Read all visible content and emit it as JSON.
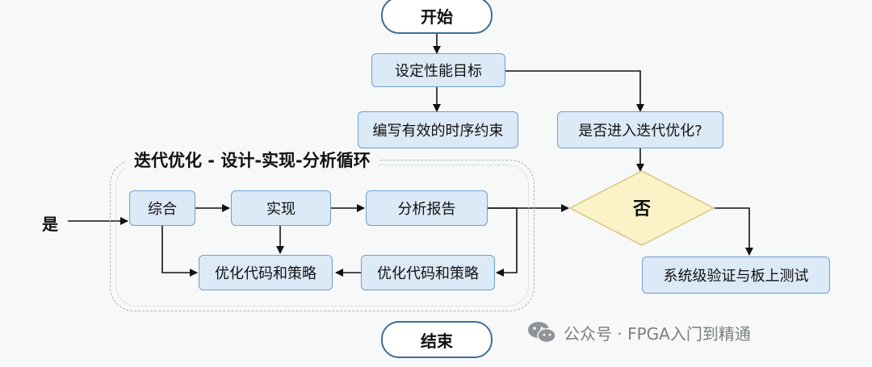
{
  "flowchart": {
    "start": "开始",
    "end": "结束",
    "set_target": "设定性能目标",
    "write_constraints": "编写有效的时序约束",
    "enter_iteration": "是否进入迭代优化?",
    "decision": "否",
    "yes_input": "是",
    "system_verify": "系统级验证与板上测试",
    "loop": {
      "title": "迭代优化 - 设计-实现-分析循环",
      "synthesis": "综合",
      "implementation": "实现",
      "analysis_report": "分析报告",
      "optimize_left": "优化代码和策略",
      "optimize_right": "优化代码和策略"
    }
  },
  "watermark": {
    "text": "公众号 · FPGA入门到精通"
  }
}
